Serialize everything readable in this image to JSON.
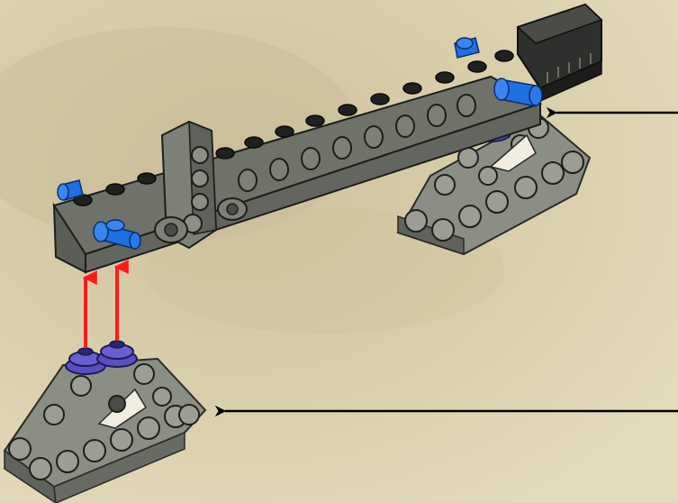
{
  "scene": {
    "background_color": "#d9ceaa",
    "parts": [
      {
        "name": "main-beam",
        "color": "#6b6f68"
      },
      {
        "name": "vertical-lift-arm",
        "color": "#6f736c"
      },
      {
        "name": "end-slope-brick",
        "color": "#2e302d"
      },
      {
        "name": "upper-support-frame",
        "color": "#7c8077"
      },
      {
        "name": "lower-support-frame",
        "color": "#7c8077"
      },
      {
        "name": "blue-axle-pin",
        "color": "#1f6fe0"
      },
      {
        "name": "purple-bushing",
        "color": "#5a4fc0"
      }
    ],
    "callouts": [
      {
        "name": "arrow-to-beam-end",
        "color": "#000000"
      },
      {
        "name": "arrow-to-lower-frame",
        "color": "#000000"
      }
    ],
    "assembly_arrows": {
      "count": 2,
      "color": "#ff1a1a"
    }
  }
}
